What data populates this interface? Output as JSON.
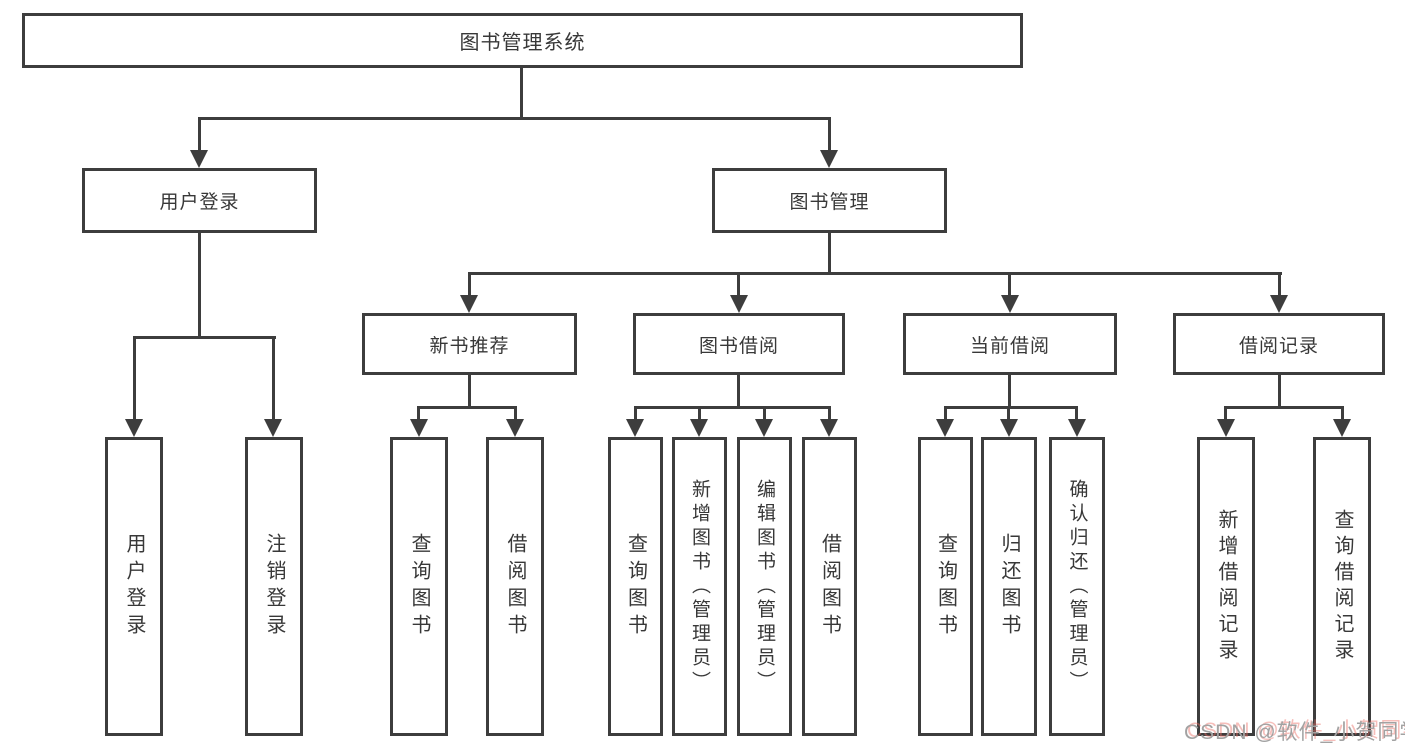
{
  "diagram": {
    "root": "图书管理系统",
    "level2": [
      "用户登录",
      "图书管理"
    ],
    "level3": [
      "新书推荐",
      "图书借阅",
      "当前借阅",
      "借阅记录"
    ],
    "leaves_user_login": [
      "用户登录",
      "注销登录"
    ],
    "leaves_new_book": [
      "查询图书",
      "借阅图书"
    ],
    "leaves_book_borrow": [
      "查询图书",
      "新增图书（管理员）",
      "编辑图书（管理员）",
      "借阅图书"
    ],
    "leaves_current_borrow": [
      "查询图书",
      "归还图书",
      "确认归还（管理员）"
    ],
    "leaves_borrow_records": [
      "新增借阅记录",
      "查询借阅记录"
    ]
  },
  "watermark": "CSDN @软件_小贺同学",
  "colors": {
    "line": "#3d3d3d",
    "box_fill": "#ffffff",
    "text": "#383838",
    "watermark_gray": "#a2a2a2",
    "watermark_shadow": "#ec6e65"
  }
}
